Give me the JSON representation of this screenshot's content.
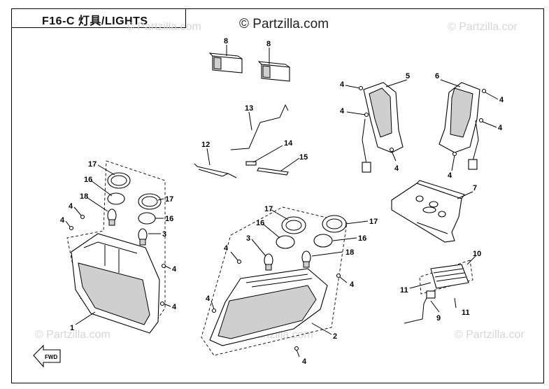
{
  "header": {
    "title": "F16-C  灯具/LIGHTS"
  },
  "watermark": {
    "main": "© Partzilla.com",
    "faint": "© Partzilla.com",
    "faint_cut": "© Partzilla.cor"
  },
  "fwd_label": "FWD",
  "callouts": {
    "c8a": "8",
    "c8b": "8",
    "c13": "13",
    "c12": "12",
    "c14": "14",
    "c15": "15",
    "c5": "5",
    "c6": "6",
    "c7": "7",
    "c4_rt1": "4",
    "c4_rt2": "4",
    "c4_rt3": "4",
    "c4_rt4": "4",
    "c4_rt5": "4",
    "c4_rt6": "4",
    "c17_l1": "17",
    "c16_l1": "16",
    "c18_l": "18",
    "c17_l2": "17",
    "c16_l2": "16",
    "c3_l": "3",
    "c4_l1": "4",
    "c4_l2": "4",
    "c4_l3": "4",
    "c4_l4": "4",
    "c1": "1",
    "c17_m1": "17",
    "c17_m2": "17",
    "c16_m1": "16",
    "c16_m2": "16",
    "c3_m": "3",
    "c18_m": "18",
    "c4_m1": "4",
    "c4_m2": "4",
    "c4_m3": "4",
    "c4_m4": "4",
    "c2": "2",
    "c10": "10",
    "c11a": "11",
    "c11b": "11",
    "c9": "9"
  }
}
